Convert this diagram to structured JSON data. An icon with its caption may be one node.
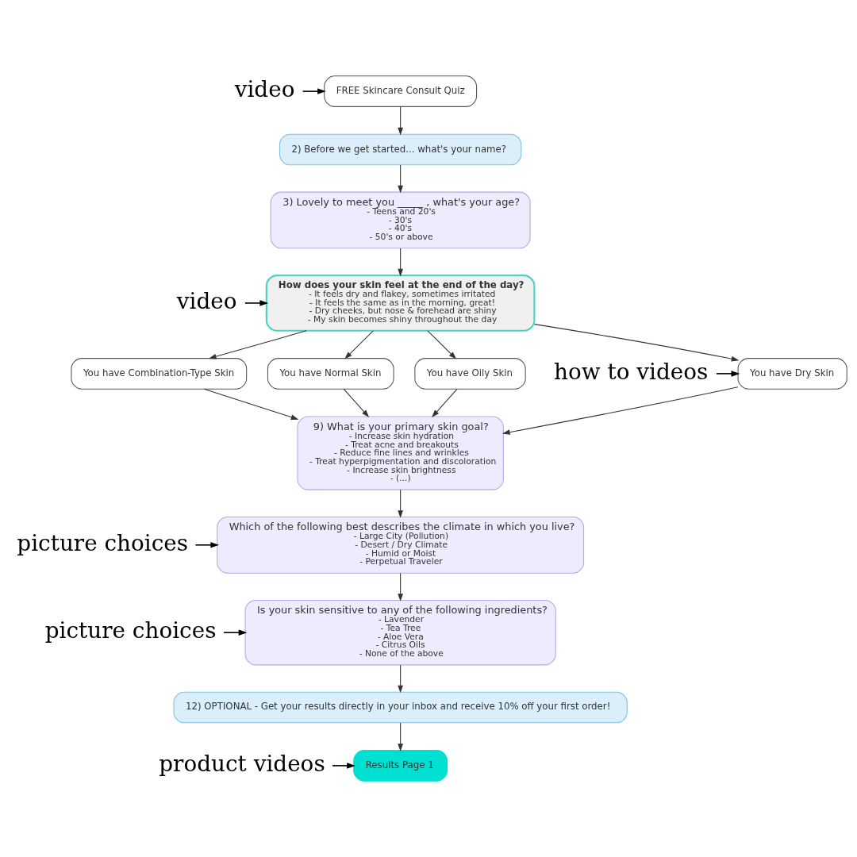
{
  "diagram": {
    "nodes": [
      {
        "text": [
          "FREE Skincare Consult Quiz"
        ]
      },
      {
        "text": [
          "2) Before we get started... what's your name?"
        ]
      },
      {
        "text": [
          "3) Lovely to meet you _____ , what's your age?",
          "- Teens and 20's",
          "- 30's",
          "- 40's",
          "- 50's or above"
        ]
      },
      {
        "text": [
          "How does your skin feel at the end of the day?",
          "- It feels dry and flakey, sometimes irritated",
          "- It feels the same as in the morning, great!",
          "- Dry cheeks, but nose & forehead are shiny",
          "- My skin becomes shiny throughout the day"
        ]
      },
      {
        "text": [
          "You have Dry Skin"
        ]
      },
      {
        "text": [
          "You have Combination-Type Skin"
        ]
      },
      {
        "text": [
          "You have Normal Skin"
        ]
      },
      {
        "text": [
          "You have Oily Skin"
        ]
      },
      {
        "text": [
          "9) What is your primary skin goal?",
          "- Increase skin hydration",
          "- Treat acne and breakouts",
          "- Reduce fine lines and wrinkles",
          "- Treat hyperpigmentation and discoloration",
          "- Increase skin brightness",
          "- (...)"
        ]
      },
      {
        "text": [
          "Which of the following best describes the climate in which you live?",
          "- Large City (Pollution)",
          "- Desert / Dry Climate",
          "- Humid or Moist",
          "- Perpetual Traveler"
        ]
      },
      {
        "text": [
          "Is your skin sensitive to any of the following ingredients?",
          "- Lavender",
          "- Tea Tree",
          "- Aloe Vera",
          "- Citrus Oils",
          "- None of the above"
        ]
      },
      {
        "text": [
          "12) OPTIONAL - Get your results directly in your inbox and receive 10% off your first order!"
        ]
      },
      {
        "text": [
          "Results Page 1"
        ]
      },
      {
        "text": [
          "video"
        ]
      },
      {
        "text": [
          "video"
        ]
      },
      {
        "text": [
          "how to videos"
        ]
      },
      {
        "text": [
          "picture choices"
        ]
      },
      {
        "text": [
          "picture choices"
        ]
      },
      {
        "text": [
          "product videos"
        ]
      }
    ],
    "edges": [
      {
        "from": 0,
        "to": 1,
        "arrow": "to"
      },
      {
        "from": 1,
        "to": 2,
        "arrow": "to"
      },
      {
        "from": 2,
        "to": 3,
        "arrow": "to"
      },
      {
        "from": 3,
        "to": 4,
        "arrow": "to"
      },
      {
        "from": 3,
        "to": 5,
        "arrow": "to"
      },
      {
        "from": 3,
        "to": 6,
        "arrow": "to"
      },
      {
        "from": 3,
        "to": 7,
        "arrow": "to"
      },
      {
        "from": 4,
        "to": 8,
        "arrow": "to"
      },
      {
        "from": 5,
        "to": 8,
        "arrow": "to"
      },
      {
        "from": 6,
        "to": 8,
        "arrow": "to"
      },
      {
        "from": 7,
        "to": 8,
        "arrow": "to"
      },
      {
        "from": 8,
        "to": 9,
        "arrow": "to"
      },
      {
        "from": 9,
        "to": 10,
        "arrow": "to"
      },
      {
        "from": 10,
        "to": 11,
        "arrow": "to"
      },
      {
        "from": 11,
        "to": 12,
        "arrow": "to"
      },
      {
        "from": 13,
        "to": 0,
        "arrow": "to"
      },
      {
        "from": 14,
        "to": 3,
        "arrow": "to"
      },
      {
        "from": 15,
        "to": 4,
        "arrow": "to"
      },
      {
        "from": 16,
        "to": 9,
        "arrow": "to"
      },
      {
        "from": 17,
        "to": 10,
        "arrow": "to"
      },
      {
        "from": 18,
        "to": 12,
        "arrow": "to"
      }
    ]
  }
}
